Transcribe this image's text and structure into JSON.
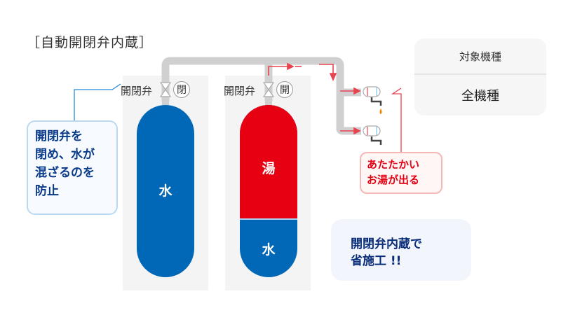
{
  "title": "［自動開閉弁内蔵］",
  "left_tank": {
    "valve_label": "開閉弁",
    "valve_state": "閉",
    "content_label": "水",
    "color": "#0068b7"
  },
  "right_tank": {
    "valve_label": "開閉弁",
    "valve_state": "開",
    "hot_label": "湯",
    "cold_label": "水",
    "hot_color": "#e60012",
    "cold_color": "#0068b7"
  },
  "note_blue": {
    "lines": [
      "開閉弁を",
      "閉め、水が",
      "混ざるのを",
      "防止"
    ]
  },
  "note_red": {
    "lines": [
      "あたたかい",
      "お湯が出る"
    ]
  },
  "target": {
    "header": "対象機種",
    "value": "全機種"
  },
  "promo": {
    "lines": [
      "開閉弁内蔵で",
      "省施工 !!"
    ]
  },
  "colors": {
    "pipe": "#d6d6d6",
    "arrow": "#e8424f",
    "leader_blue": "#2a8ad4",
    "leader_red": "#e8424f",
    "flame": "#f08300"
  }
}
